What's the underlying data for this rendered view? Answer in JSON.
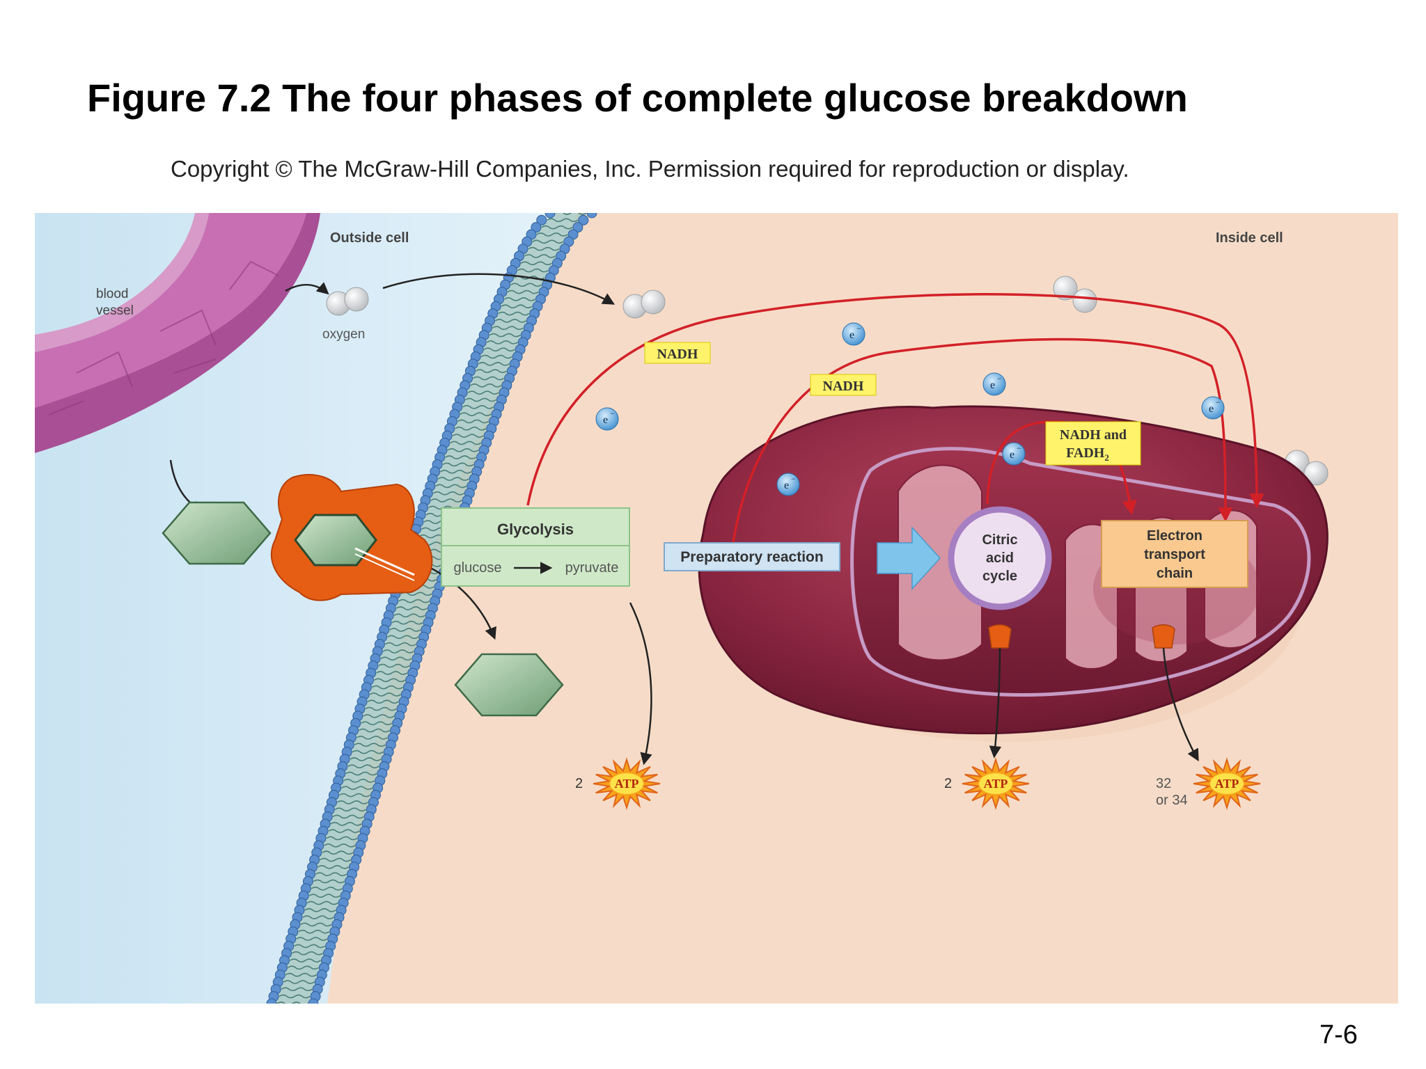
{
  "slide": {
    "title": "Figure 7.2 The four phases of complete glucose breakdown",
    "copyright": "Copyright © The McGraw-Hill Companies, Inc. Permission required for reproduction or display.",
    "slide_number": "7-6"
  },
  "diagram": {
    "region_labels": {
      "outside": "Outside cell",
      "inside": "Inside cell"
    },
    "blood_vessel": {
      "line1": "blood",
      "line2": "vessel"
    },
    "oxygen_label": "oxygen",
    "glycolysis": {
      "title": "Glycolysis",
      "substrate": "glucose",
      "product": "pyruvate"
    },
    "preparatory_reaction": "Preparatory reaction",
    "citric_acid_cycle": {
      "line1": "Citric",
      "line2": "acid",
      "line3": "cycle"
    },
    "electron_transport_chain": {
      "line1": "Electron",
      "line2": "transport",
      "line3": "chain"
    },
    "carriers": {
      "nadh_1": "NADH",
      "nadh_2": "NADH",
      "nadh_fadh2_line1": "NADH and",
      "nadh_fadh2_line2": "FADH",
      "fadh2_subscript": "2"
    },
    "electron_symbol": "e",
    "electron_charge": "−",
    "atp_outputs": [
      {
        "count": "2",
        "label": "ATP"
      },
      {
        "count": "2",
        "label": "ATP"
      },
      {
        "count_line1": "32",
        "count_line2": "or 34",
        "label": "ATP"
      }
    ],
    "colors": {
      "cytoplasm": "#f6dcc8",
      "extracellular": "#d5ebf6",
      "membrane_head": "#5b8fcf",
      "electron_arrow": "#d32027",
      "carrier_box": "#fff36b",
      "glycolysis_box": "#cfe9c8",
      "prep_box": "#cfe3f3",
      "etc_box": "#f9c98f",
      "atp_star": "#f7a21b",
      "mitochondrion": "#8a2540"
    }
  }
}
